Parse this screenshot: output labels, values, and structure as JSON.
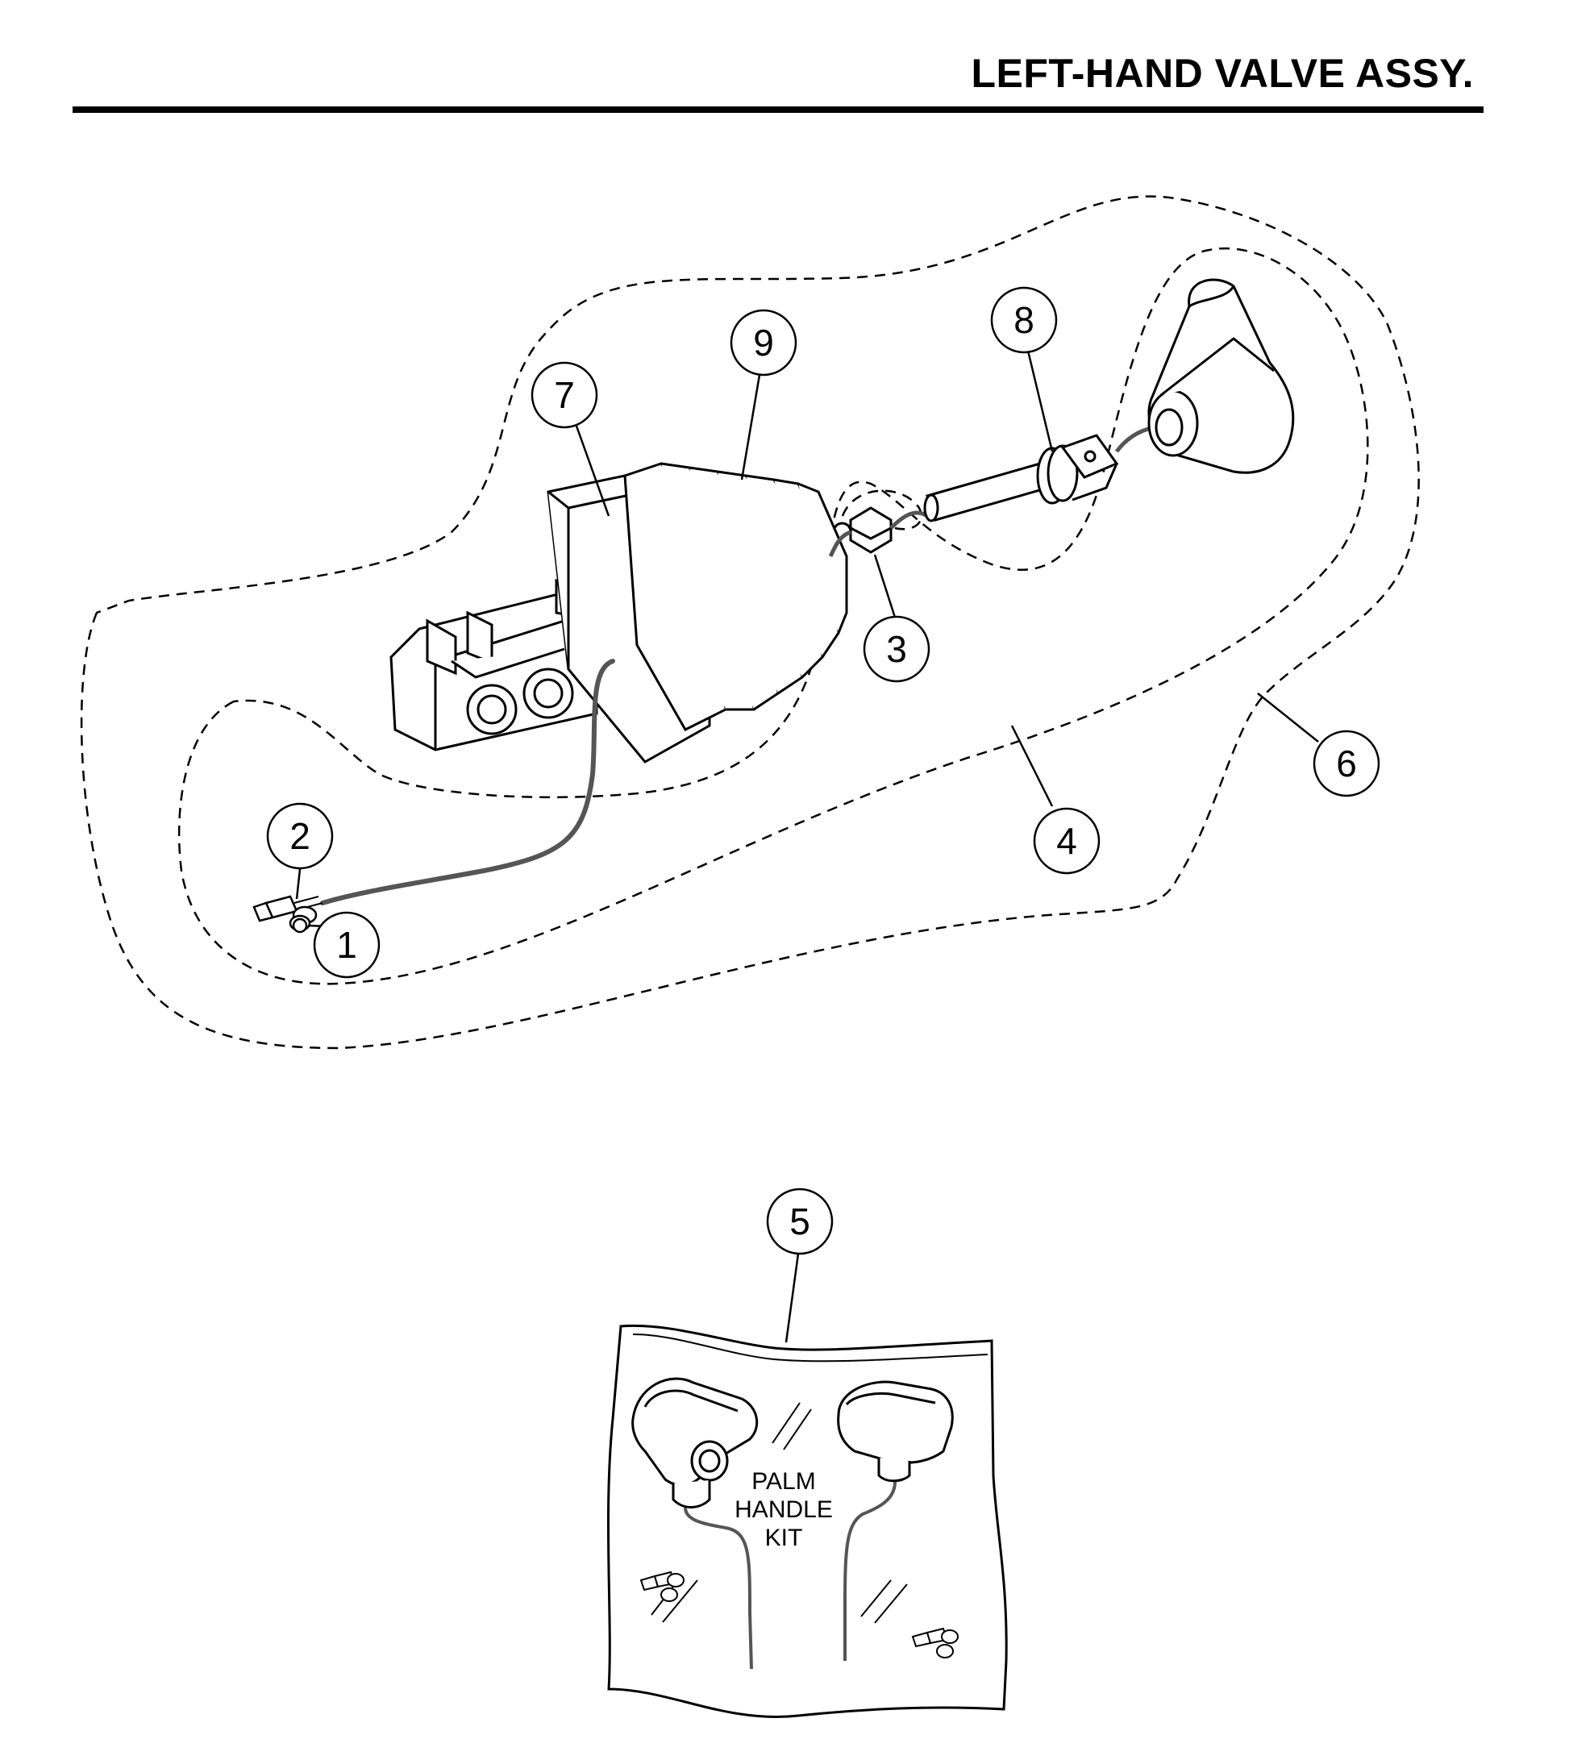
{
  "title": "LEFT-HAND VALVE ASSY.",
  "callouts": [
    "1",
    "2",
    "3",
    "4",
    "5",
    "6",
    "7",
    "8",
    "9"
  ],
  "kit_label": [
    "PALM",
    "HANDLE",
    "KIT"
  ],
  "colors": {
    "line": "#000000",
    "wire": "#555555",
    "background": "#ffffff"
  }
}
